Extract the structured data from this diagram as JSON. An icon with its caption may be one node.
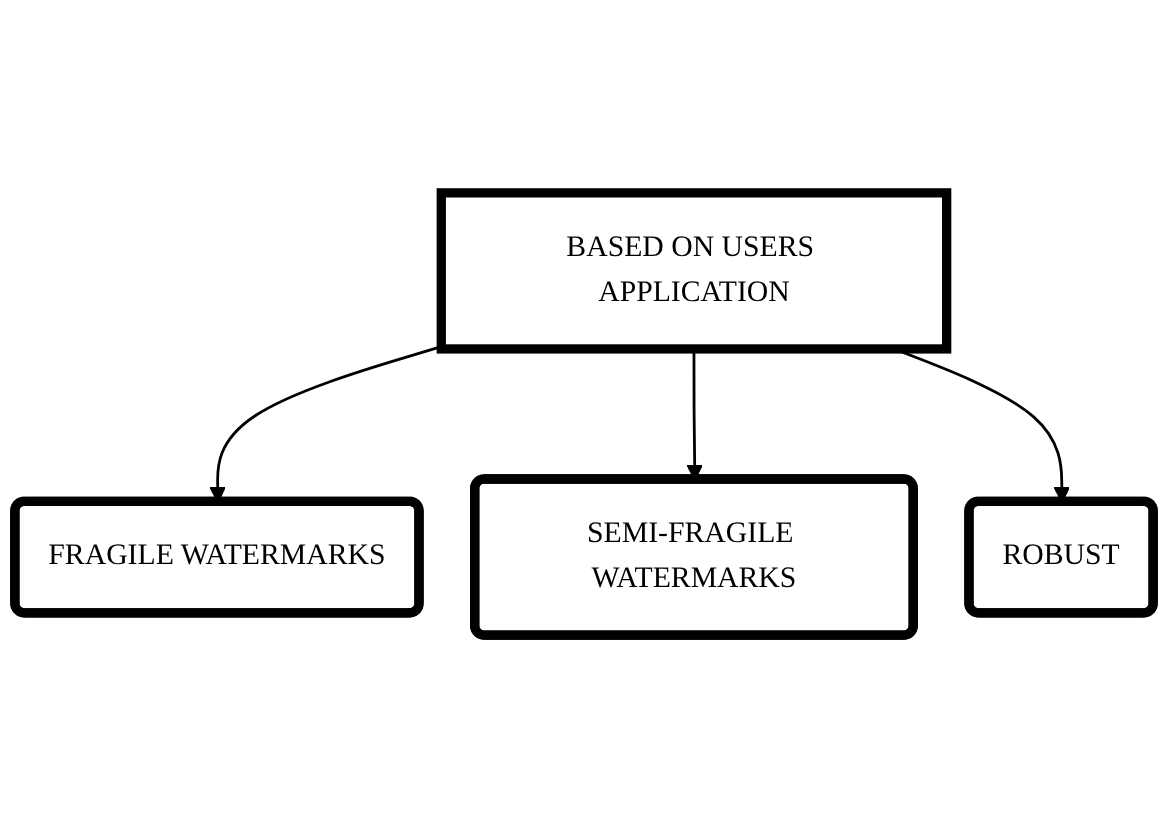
{
  "diagram": {
    "nodes": [
      {
        "text": [
          "BASED ON USERS APPLICATION"
        ]
      },
      {
        "text": [
          "FRAGILE WATERMARKS"
        ]
      },
      {
        "text": [
          "SEMI-FRAGILE WATERMARKS"
        ]
      },
      {
        "text": [
          "ROBUST"
        ]
      }
    ],
    "edges": [
      {
        "from": 0,
        "to": 1,
        "arrow": "to"
      },
      {
        "from": 0,
        "to": 2,
        "arrow": "to"
      },
      {
        "from": 0,
        "to": 3,
        "arrow": "to"
      }
    ]
  }
}
